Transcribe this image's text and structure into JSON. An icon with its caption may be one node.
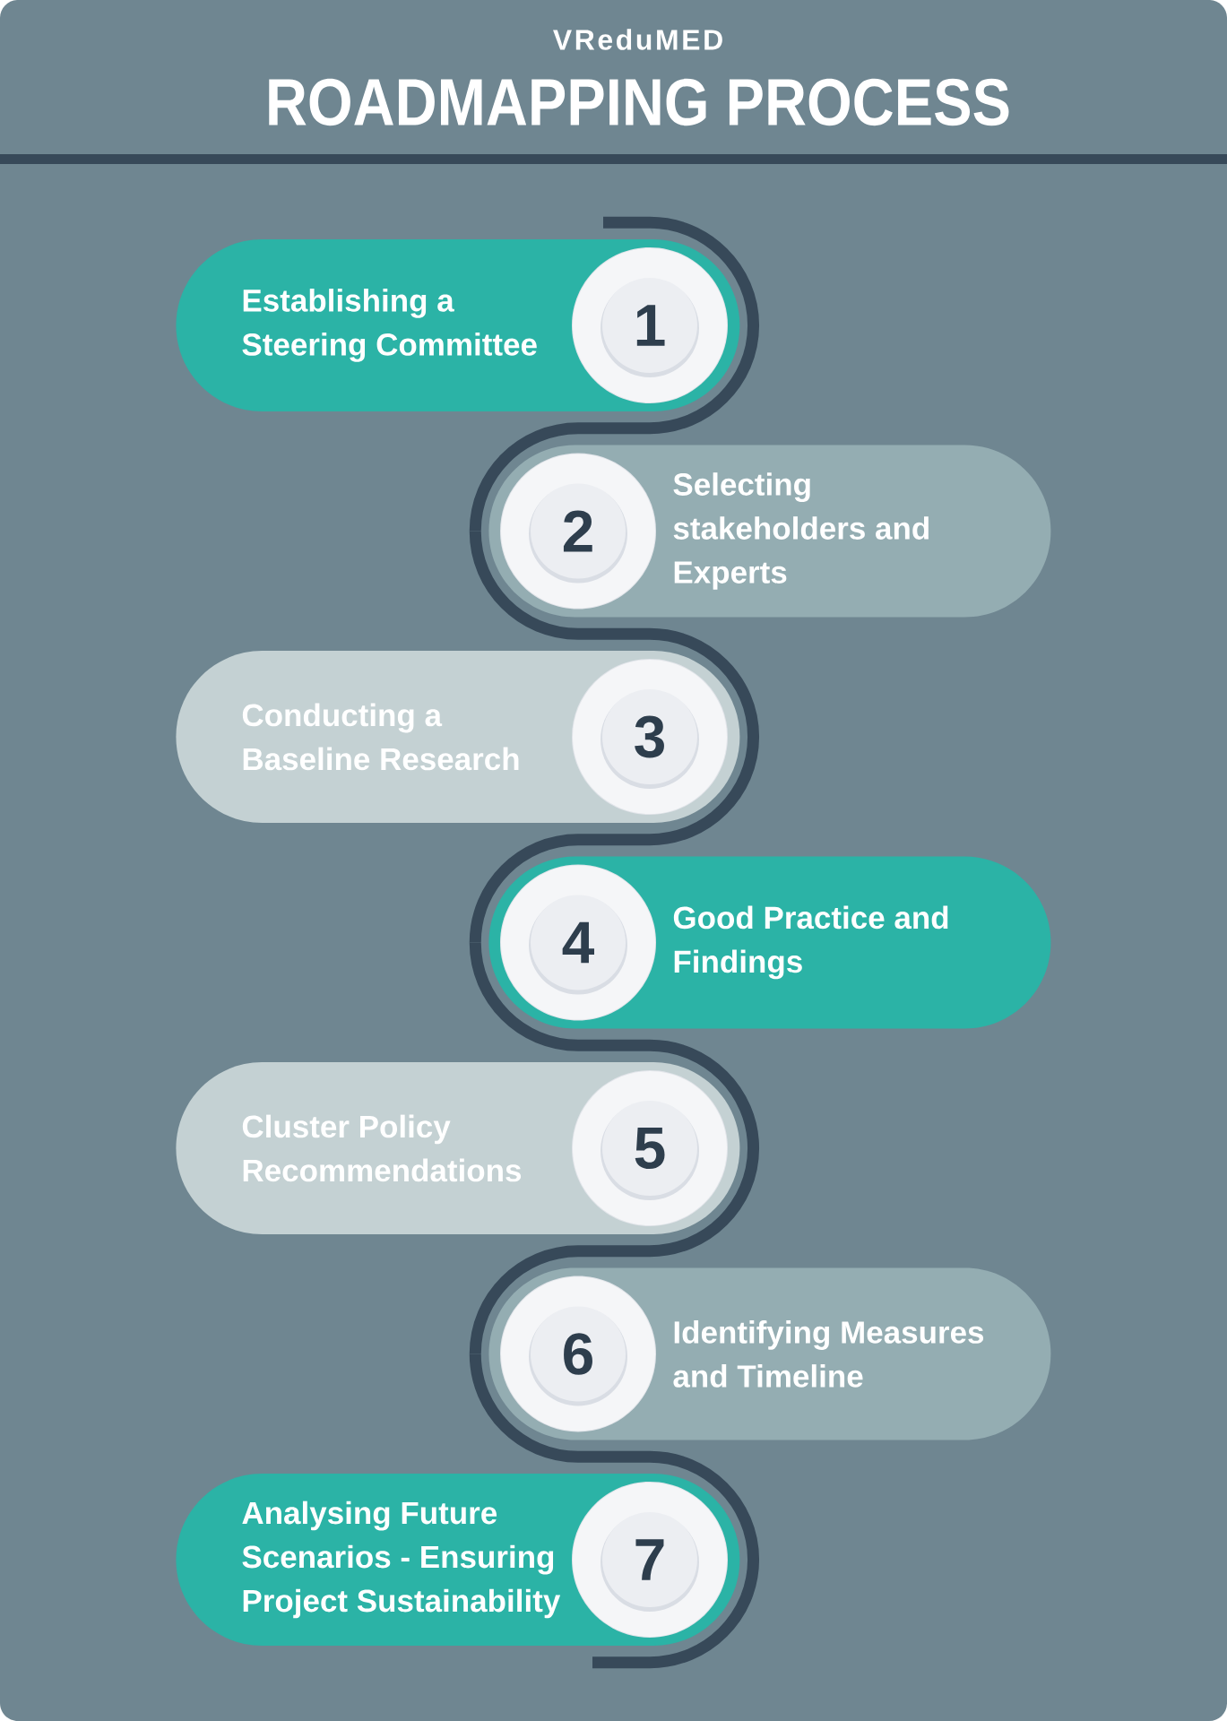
{
  "diagram": {
    "title": "ROADMAPPING PROCESS",
    "nodes": [
      {
        "text": [
          "Establishing a Steering Committee"
        ]
      },
      {
        "text": [
          "1"
        ],
        "in": 0
      },
      {
        "text": [
          "Selecting stakeholders and Experts"
        ]
      },
      {
        "text": [
          "2"
        ],
        "in": 2
      },
      {
        "text": [
          "Conducting a Baseline Research"
        ]
      },
      {
        "text": [
          "3"
        ],
        "in": 4
      },
      {
        "text": [
          "Good Practice and Findings"
        ]
      },
      {
        "text": [
          "4"
        ],
        "in": 6
      },
      {
        "text": [
          "Cluster Policy Recommendations"
        ]
      },
      {
        "text": [
          "5"
        ],
        "in": 8
      },
      {
        "text": [
          "Identifying Measures and Timeline"
        ]
      },
      {
        "text": [
          "6"
        ],
        "in": 10
      },
      {
        "text": [
          "Analysing Future Scenarios - Ensuring Project Sustainability"
        ]
      },
      {
        "text": [
          "7"
        ],
        "in": 12
      }
    ],
    "edges": [
      {
        "from": null,
        "to": 0,
        "arrow": "none"
      },
      {
        "from": 0,
        "to": 2,
        "arrow": "none"
      },
      {
        "from": 2,
        "to": 4,
        "arrow": "none"
      },
      {
        "from": 4,
        "to": 6,
        "arrow": "none"
      },
      {
        "from": 6,
        "to": 8,
        "arrow": "none"
      },
      {
        "from": 8,
        "to": 10,
        "arrow": "none"
      },
      {
        "from": 10,
        "to": 12,
        "arrow": "none"
      },
      {
        "from": 12,
        "to": null,
        "arrow": "none"
      }
    ],
    "labels": [
      "VReduMED"
    ]
  }
}
